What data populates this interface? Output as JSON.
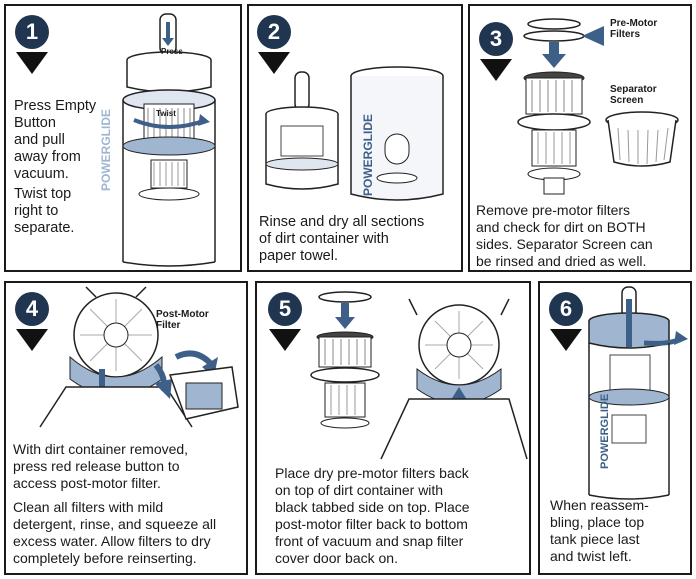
{
  "colors": {
    "accent": "#1f3550",
    "steel_blue": "#3e6088",
    "light_blue": "#9fb5d0"
  },
  "steps": [
    {
      "number": "1",
      "text": "Press Empty\nButton\nand pull\naway from\nvacuum.",
      "text2": "Twist top\nright to\nseparate.",
      "press_label": "Press",
      "twist_label": "Twist",
      "brand": "POWERGLIDE"
    },
    {
      "number": "2",
      "text": "Rinse and dry all sections\nof dirt container with\npaper towel.",
      "brand": "POWERGLIDE"
    },
    {
      "number": "3",
      "text": "Remove pre-motor filters\nand check for dirt on BOTH\nsides. Separator Screen can\nbe rinsed and dried as well.",
      "label_premotor": "Pre-Motor\nFilters",
      "label_separator": "Separator\nScreen"
    },
    {
      "number": "4",
      "text": "With dirt container removed,\npress red release button to\naccess post-motor filter.",
      "text2": "Clean all filters with mild\ndetergent, rinse, and squeeze all\nexcess water. Allow filters to dry\ncompletely before reinserting.",
      "label_postmotor": "Post-Motor\nFilter"
    },
    {
      "number": "5",
      "text": "Place dry pre-motor filters back\non top of dirt container with\nblack tabbed side on top. Place\npost-motor filter back to bottom\nfront of vacuum and snap filter\ncover door back on."
    },
    {
      "number": "6",
      "text": "When reassem-\nbling, place top\ntank piece last\nand twist left.",
      "brand": "POWERGLIDE"
    }
  ]
}
